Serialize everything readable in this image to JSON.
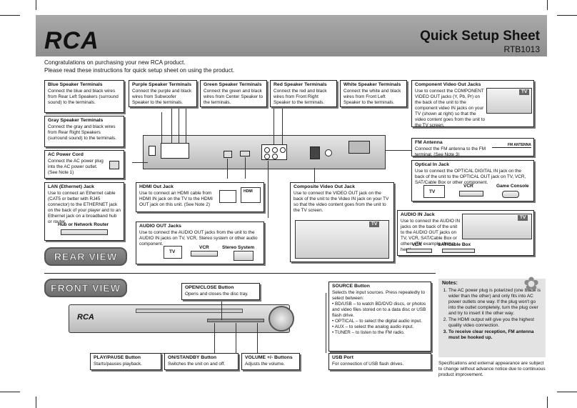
{
  "header": {
    "brand": "RCA",
    "title": "Quick Setup Sheet",
    "model": "RTB1013"
  },
  "intro": {
    "line1": "Congratulations on purchasing your new RCA product.",
    "line2": "Please read these instructions for quick setup sheet on using the product."
  },
  "rear": {
    "section_label": "REAR VIEW",
    "blue": {
      "title": "Blue Speaker Terminals",
      "text": "Connect the blue and black wires from Rear Left Speakers (surround sound) to the terminals."
    },
    "gray": {
      "title": "Gray Speaker Terminals",
      "text": "Connect the gray and black wires from Rear Right Speakers (surround sound) to the terminals."
    },
    "purple": {
      "title": "Purple Speaker Terminals",
      "text": "Connect the purple and black wires from Subwoofer Speaker to the terminals."
    },
    "green": {
      "title": "Green Speaker Terminals",
      "text": "Connect the green and black wires from Center Speaker to the terminals."
    },
    "red": {
      "title": "Red Speaker Terminals",
      "text": "Connect the red and black wires from Front Right Speaker to the terminals."
    },
    "white": {
      "title": "White Speaker Terminals",
      "text": "Connect the white and black wires from Front Left Speaker to the terminals."
    },
    "component": {
      "title": "Component Video Out Jacks",
      "text": "Use to connect the COMPONENT VIDEO OUT jacks (Y, Pb, Pr) on the back of the unit to the component video IN jacks on your TV (shown at right) so that the video content goes from the unit to the TV screen."
    },
    "ac": {
      "title": "AC Power Cord",
      "text": "Connect the AC power plug into the AC power outlet. (See Note 1)"
    },
    "fm": {
      "title": "FM Antenna",
      "text": "Connect the FM antenna to the FM terminal. (See Note 3)",
      "antenna_label": "FM ANTENNA"
    },
    "optical": {
      "title": "Optical In Jack",
      "text": "Use to connect the OPTICAL DIGITAL IN jack on the back of the unit to the OPTICAL OUT jack on TV, VCR, SAT/Cable Box or other component.",
      "devices": [
        "TV",
        "VCR",
        "Game Console"
      ]
    },
    "lan": {
      "title": "LAN (Ethernet) Jack",
      "text": "Use to connect an Ethernet cable (CAT5 or better with RJ45 connector) to the ETHERNET jack on the back of your player and to an Ethernet jack on a broadband hub or router.",
      "device": "Hub or Network Router"
    },
    "hdmi": {
      "title": "HDMI Out Jack",
      "text": "Use to connect an HDMI cable from HDMI IN jack on the TV to the HDMI OUT jack on this unit. (See Note 2)",
      "port_label": "HDMI"
    },
    "composite": {
      "title": "Composite Video Out Jack",
      "text": "Use to connect the VIDEO OUT jack on the back of the unit to the Video IN jack on your TV so that the video content goes from the unit to the TV screen."
    },
    "audio_out": {
      "title": "AUDIO OUT Jacks",
      "text": "Use to connect the AUDIO OUT jacks from the unit to the AUDIO IN jacks on TV, VCR, Stereo system or other audio component.",
      "devices": [
        "TV",
        "VCR",
        "Stereo System"
      ]
    },
    "audio_in": {
      "title": "AUDIO IN Jack",
      "text": "Use to connect the AUDIO IN jacks on the back of the unit to the AUDIO OUT jacks on TV, VCR, SAT/Cable Box or others (TV example shown here).",
      "devices": [
        "VCR",
        "SAT/Cable Box"
      ]
    },
    "tv_badge": "TV"
  },
  "front": {
    "section_label": "FRONT VIEW",
    "open_close": {
      "title": "OPEN/CLOSE Button",
      "text": "Opens and closes the disc tray."
    },
    "source": {
      "title": "SOURCE Button",
      "text": "Selects the input sources. Press repeatedly to select between:",
      "items": [
        "BD/USB – to watch BD/DVD discs, or photos and video files stored on to a data disc or USB flash drive.",
        "OPTICAL – to select the digital audio input.",
        "AUX – to select the analog audio input.",
        "TUNER – to listen to the FM radio."
      ]
    },
    "play_pause": {
      "title": "PLAY/PAUSE Button",
      "text": "Starts/pauses playback."
    },
    "standby": {
      "title": "ON/STANDBY Button",
      "text": "Switches the unit on and off."
    },
    "volume": {
      "title": "VOLUME +/- Buttons",
      "text": "Adjusts the volume."
    },
    "usb": {
      "title": "USB Port",
      "text": "For connection of USB flash drives."
    },
    "unit_logo": "RCA"
  },
  "notes": {
    "title": "Notes:",
    "items": [
      "The AC power plug is polarized (one blade is wider than the other) and only fits into AC power outlets one way. If the plug won't go into the outlet completely, turn the plug over and try to insert it the other way.",
      "The HDMI output will give you the highest quality video connection.",
      "To receive clear reception, FM antenna must be hooked up."
    ]
  },
  "spec_note": "Specifications and external appearance are subject to change without advance notice due to continuous product improvement."
}
